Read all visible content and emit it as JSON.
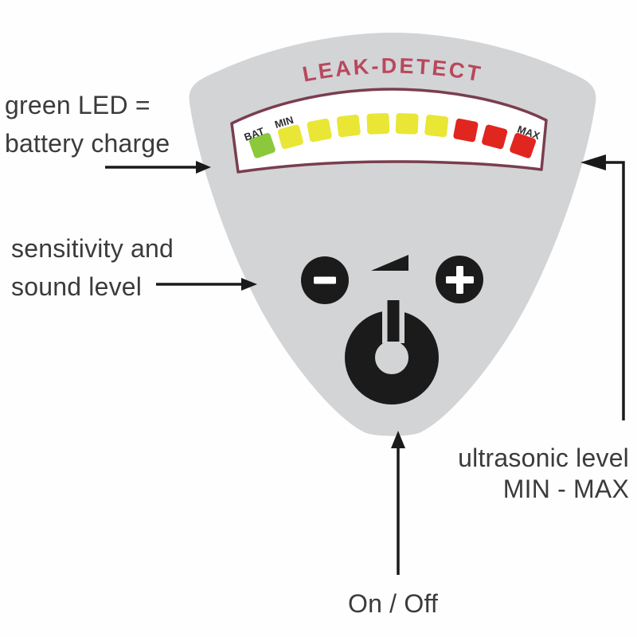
{
  "device": {
    "title": "LEAK-DETECT",
    "scale": {
      "bat": "BAT",
      "min": "MIN",
      "max": "MAX"
    },
    "leds": {
      "count": 10,
      "colors": [
        "#8bc83c",
        "#e9e636",
        "#e9e636",
        "#e9e636",
        "#e9e636",
        "#e9e636",
        "#e9e636",
        "#e0261f",
        "#e0261f",
        "#e0261f"
      ],
      "states": [
        "green",
        "yellow",
        "yellow",
        "yellow",
        "yellow",
        "yellow",
        "yellow",
        "red",
        "red",
        "red"
      ]
    },
    "icons": {
      "minus": "minus-icon",
      "plus": "plus-icon",
      "ramp": "level-ramp-icon",
      "power": "power-icon"
    }
  },
  "labels": {
    "battery": {
      "line1": "green LED =",
      "line2": "battery charge"
    },
    "sensitivity": {
      "line1": "sensitivity and",
      "line2": "sound level"
    },
    "ultrasonic": {
      "line1": "ultrasonic level",
      "line2": "MIN - MAX"
    },
    "onoff": "On / Off"
  },
  "colors": {
    "body": "#d3d4d6",
    "band_fill": "#ffffff",
    "band_border": "#7a3e4e",
    "title": "#b8485c",
    "black": "#1b1b1b",
    "white": "#ffffff",
    "text": "#3b3b3d"
  }
}
